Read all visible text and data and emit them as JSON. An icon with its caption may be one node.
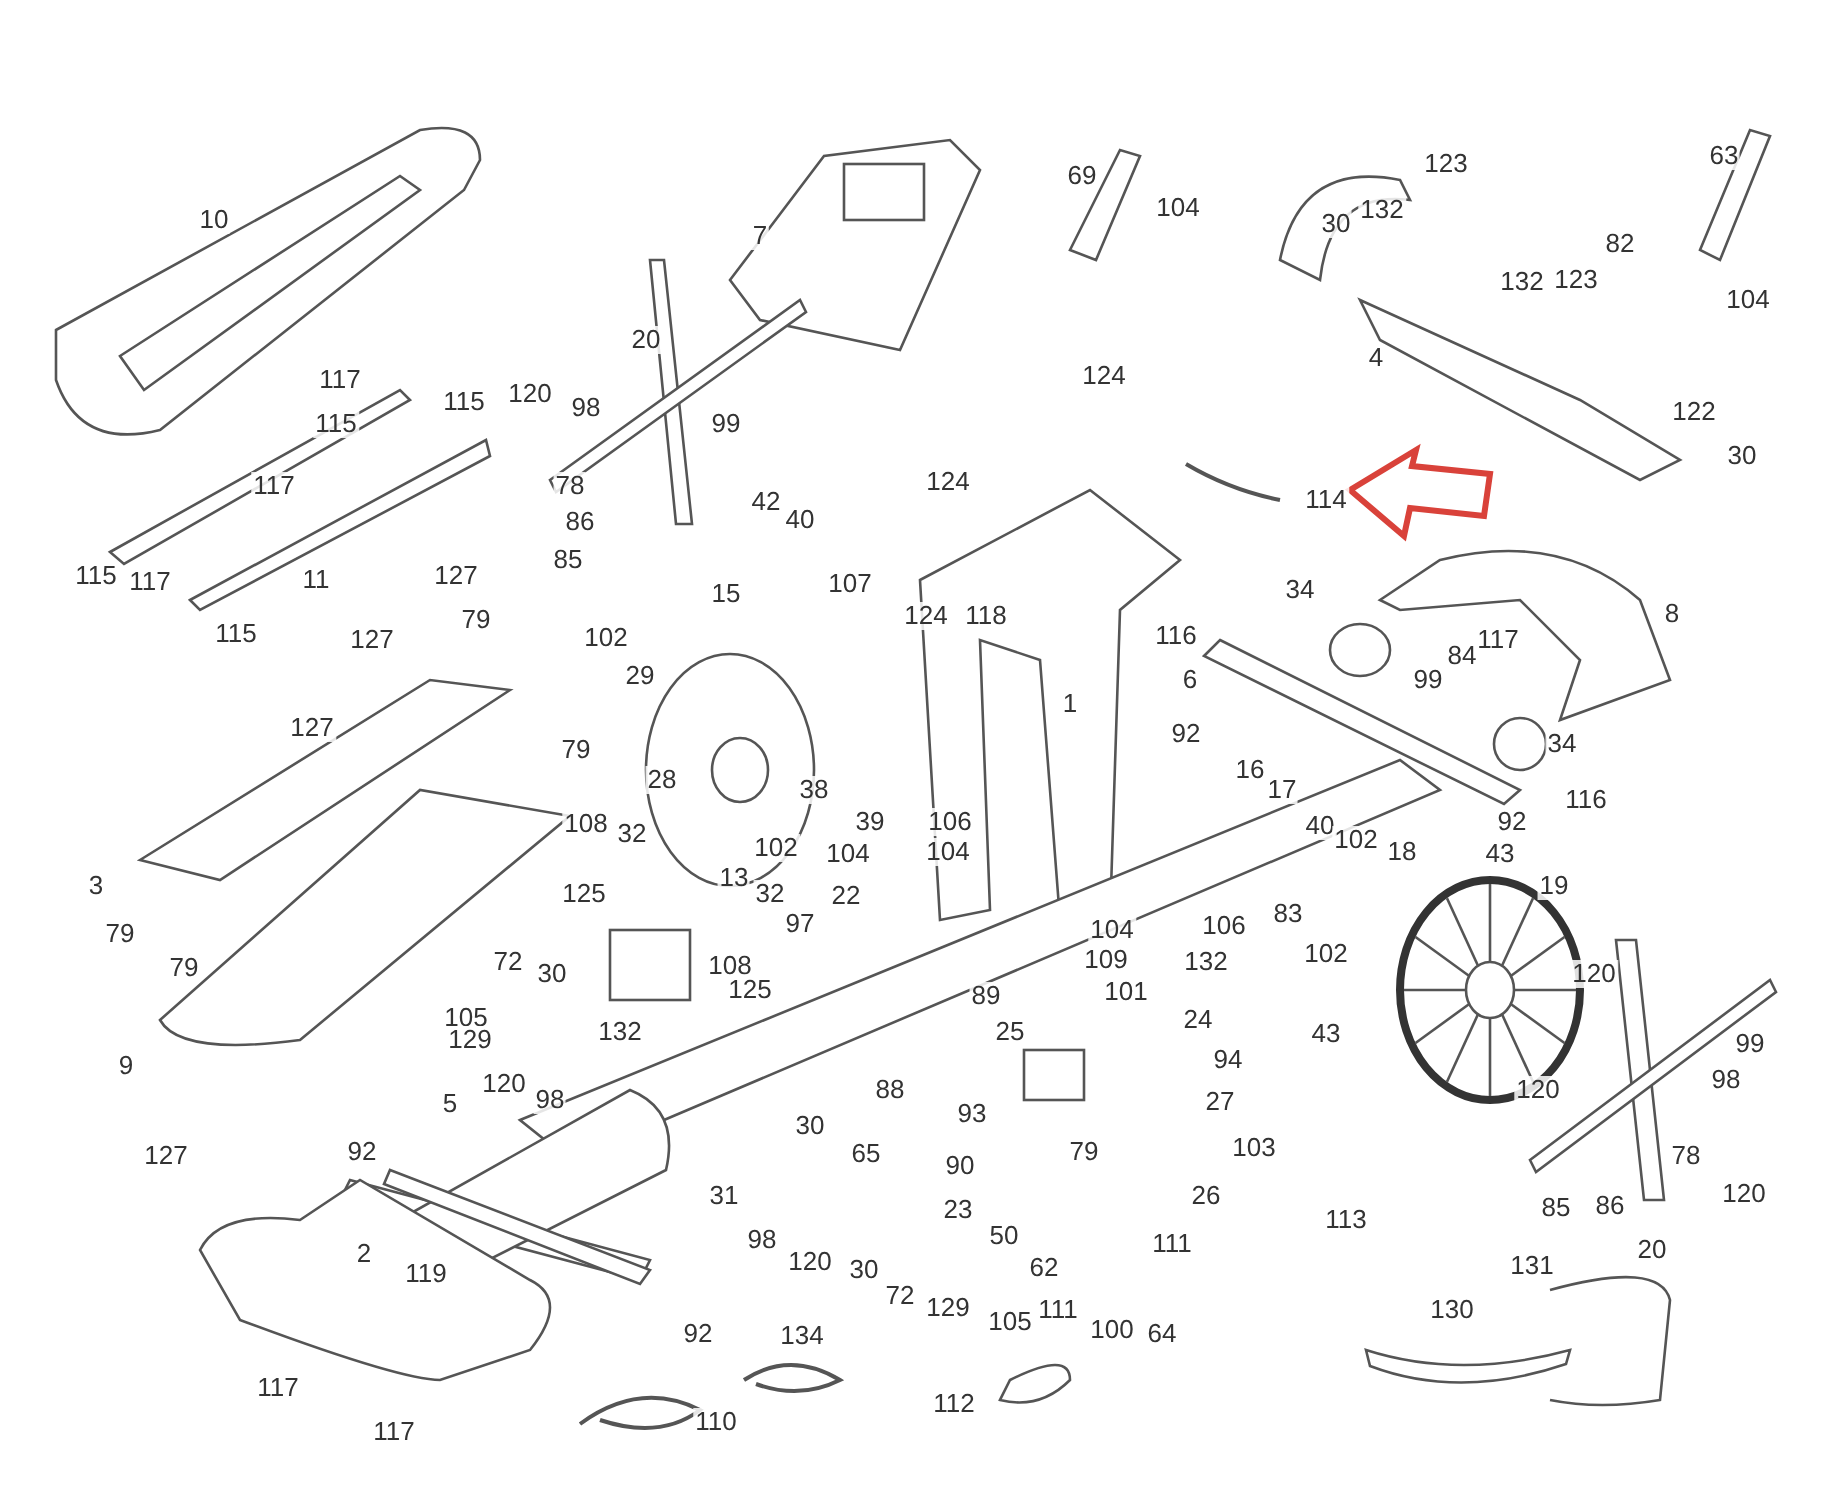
{
  "diagram": {
    "labels": [
      "10",
      "7",
      "69",
      "104",
      "123",
      "30",
      "132",
      "63",
      "82",
      "132",
      "123",
      "104",
      "4",
      "124",
      "122",
      "30",
      "124",
      "114",
      "117",
      "115",
      "117",
      "115",
      "120",
      "98",
      "20",
      "99",
      "78",
      "42",
      "40",
      "86",
      "85",
      "115",
      "117",
      "11",
      "127",
      "79",
      "127",
      "115",
      "15",
      "107",
      "124",
      "118",
      "34",
      "8",
      "116",
      "84",
      "117",
      "6",
      "99",
      "1",
      "92",
      "34",
      "102",
      "29",
      "127",
      "79",
      "28",
      "38",
      "39",
      "104",
      "102",
      "22",
      "104",
      "106",
      "16",
      "17",
      "40",
      "102",
      "18",
      "19",
      "43",
      "116",
      "92",
      "83",
      "102",
      "106",
      "132",
      "104",
      "3",
      "79",
      "108",
      "32",
      "125",
      "13",
      "32",
      "97",
      "108",
      "125",
      "79",
      "72",
      "30",
      "105",
      "129",
      "132",
      "9",
      "120",
      "98",
      "109",
      "101",
      "89",
      "88",
      "25",
      "24",
      "94",
      "93",
      "43",
      "120",
      "120",
      "99",
      "98",
      "27",
      "103",
      "90",
      "79",
      "26",
      "23",
      "50",
      "127",
      "5",
      "92",
      "30",
      "65",
      "31",
      "98",
      "120",
      "30",
      "72",
      "129",
      "105",
      "2",
      "119",
      "92",
      "111",
      "62",
      "111",
      "100",
      "64",
      "78",
      "85",
      "86",
      "120",
      "20",
      "113",
      "131",
      "130",
      "117",
      "117",
      "134",
      "110",
      "112"
    ]
  }
}
